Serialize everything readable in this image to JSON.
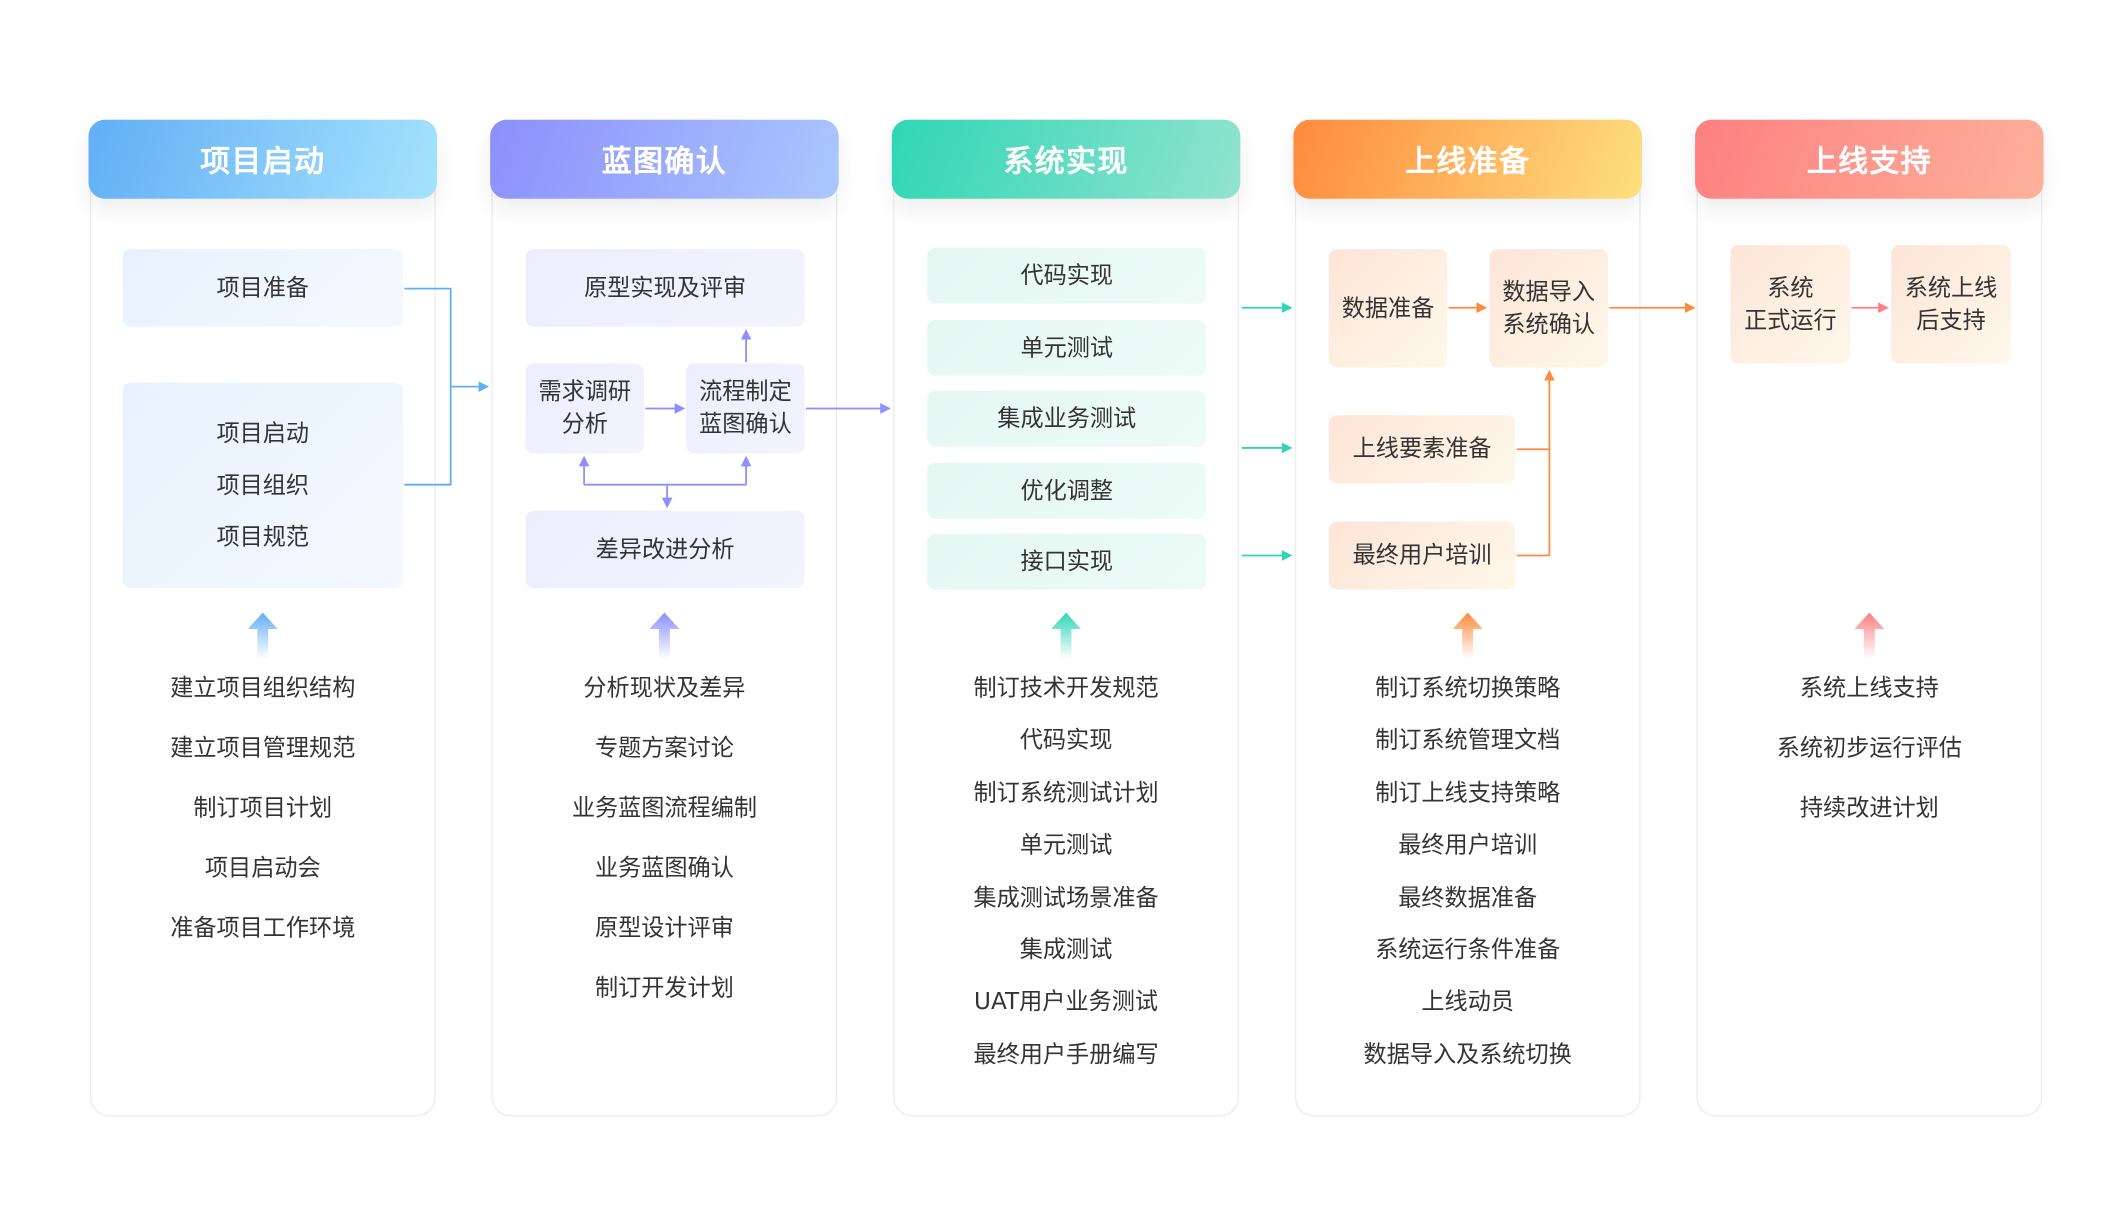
{
  "columns": [
    {
      "title": "项目启动",
      "color_from": "#62aef5",
      "color_to": "#a5e3fd",
      "boxes": [
        "项目准备"
      ],
      "multi_box": [
        "项目启动",
        "项目组织",
        "项目规范"
      ],
      "tasks": [
        "建立项目组织结构",
        "建立项目管理规范",
        "制订项目计划",
        "项目启动会",
        "准备项目工作环境"
      ]
    },
    {
      "title": "蓝图确认",
      "color_from": "#8c8ffc",
      "color_to": "#aac8fd",
      "boxes": [
        "原型实现及评审",
        "需求调研\n分析",
        "流程制定\n蓝图确认",
        "差异改进分析"
      ],
      "tasks": [
        "分析现状及差异",
        "专题方案讨论",
        "业务蓝图流程编制",
        "业务蓝图确认",
        "原型设计评审",
        "制订开发计划"
      ]
    },
    {
      "title": "系统实现",
      "color_from": "#2fd6b5",
      "color_to": "#92e3cf",
      "boxes": [
        "代码实现",
        "单元测试",
        "集成业务测试",
        "优化调整",
        "接口实现"
      ],
      "tasks": [
        "制订技术开发规范",
        "代码实现",
        "制订系统测试计划",
        "单元测试",
        "集成测试场景准备",
        "集成测试",
        "UAT用户业务测试",
        "最终用户手册编写"
      ]
    },
    {
      "title": "上线准备",
      "color_from": "#ff8a3d",
      "color_to": "#fde07f",
      "boxes": [
        "数据准备",
        "数据导入\n系统确认",
        "上线要素准备",
        "最终用户培训"
      ],
      "tasks": [
        "制订系统切换策略",
        "制订系统管理文档",
        "制订上线支持策略",
        "最终用户培训",
        "最终数据准备",
        "系统运行条件准备",
        "上线动员",
        "数据导入及系统切换"
      ]
    },
    {
      "title": "上线支持",
      "color_from": "#fd8080",
      "color_to": "#fdb19c",
      "boxes": [
        "系统\n正式运行",
        "系统上线\n后支持"
      ],
      "tasks": [
        "系统上线支持",
        "系统初步运行评估",
        "持续改进计划"
      ]
    }
  ]
}
